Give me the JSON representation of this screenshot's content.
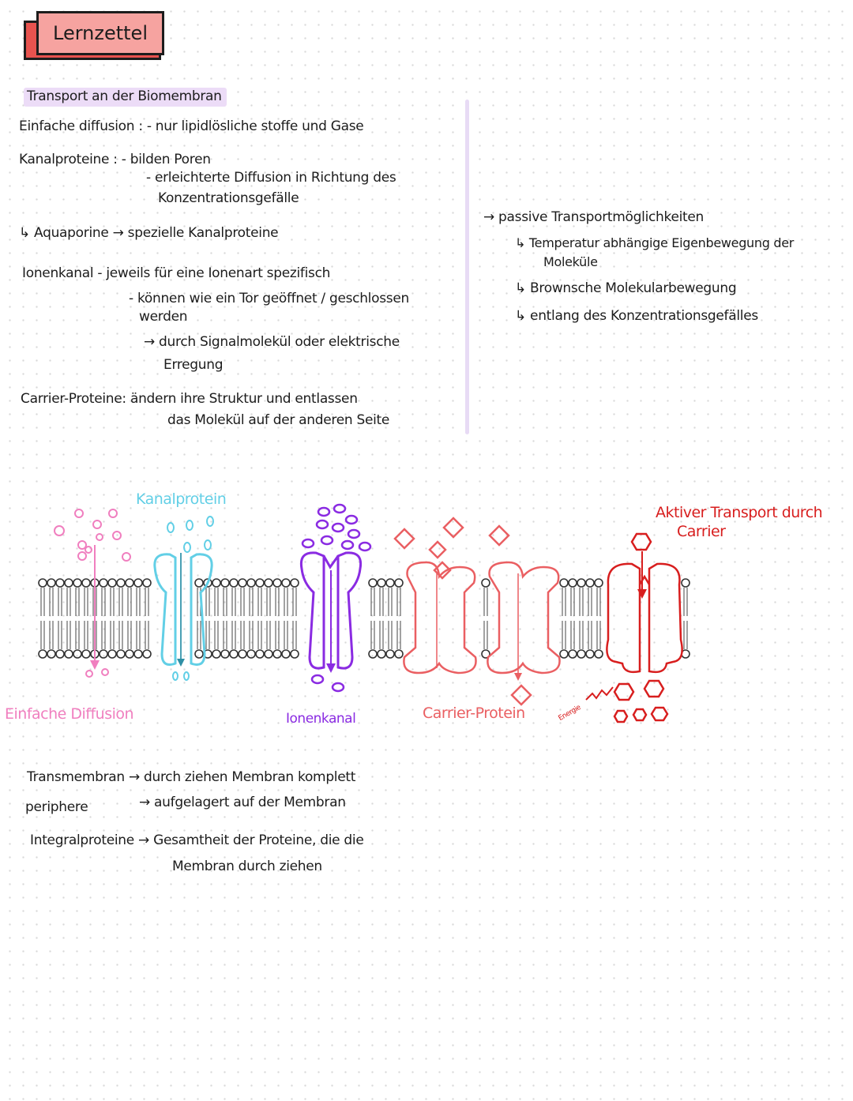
{
  "title": "Lernzettel",
  "heading": "Transport an der Biomembran",
  "notes": {
    "diffusion": "Einfache diffusion : - nur lipidlösliche stoffe und Gase",
    "kanal_1": "Kanalproteine : - bilden Poren",
    "kanal_2": "- erleichterte Diffusion in Richtung des",
    "kanal_3": "Konzentrationsgefälle",
    "aqua": "↳ Aquaporine → spezielle Kanalproteine",
    "ionen_1": "Ionenkanal - jeweils für eine Ionenart spezifisch",
    "ionen_2": "- können wie ein Tor geöffnet / geschlossen",
    "ionen_3": "werden",
    "ionen_4": "→ durch Signalmolekül oder elektrische",
    "ionen_5": "Erregung",
    "carrier_1": "Carrier-Proteine: ändern ihre Struktur und entlassen",
    "carrier_2": "das Molekül auf der anderen Seite"
  },
  "passive": {
    "head": "→ passive Transportmöglichkeiten",
    "p1a": "↳ Temperatur abhängige Eigenbewegung der",
    "p1b": "Moleküle",
    "p2": "↳ Brownsche Molekularbewegung",
    "p3": "↳ entlang des Konzentrationsgefälles"
  },
  "diagram": {
    "label_kanal": "Kanalprotein",
    "label_aktiv_1": "Aktiver Transport durch",
    "label_aktiv_2": "Carrier",
    "label_einfach": "Einfache Diffusion",
    "label_ionen": "Ionenkanal",
    "label_carrier": "Carrier-Protein",
    "label_energie": "Energie"
  },
  "bottom": {
    "b1": "Transmembran → durch ziehen Membran komplett",
    "b2a": "periphere",
    "b2b": "→ aufgelagert auf der Membran",
    "b3a": "Integralproteine → Gesamtheit der Proteine, die die",
    "b3b": "Membran durch ziehen"
  },
  "colors": {
    "pink": "#f07fbf",
    "cyan": "#62cfe6",
    "purple": "#8a2be2",
    "salmon": "#ea5f62",
    "red": "#d81e1e",
    "highlight": "#ecdcf7"
  }
}
